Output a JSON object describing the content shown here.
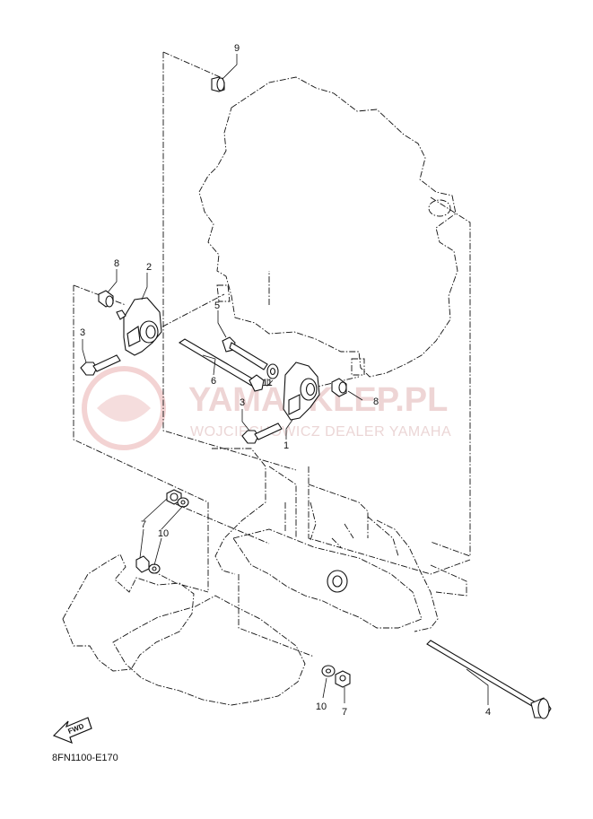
{
  "watermark": {
    "title": "YAMASKLEP.PL",
    "subtitle": "WOJCIECHOWICZ DEALER YAMAHA"
  },
  "fwd_label": "FWD",
  "diagram_code": "8FN1100-E170",
  "callouts": {
    "c1": "1",
    "c2": "2",
    "c3a": "3",
    "c3b": "3",
    "c4": "4",
    "c5": "5",
    "c6": "6",
    "c7a": "7",
    "c7b": "7",
    "c8a": "8",
    "c8b": "8",
    "c9": "9",
    "c10a": "10",
    "c10b": "10",
    "c11": "11"
  }
}
